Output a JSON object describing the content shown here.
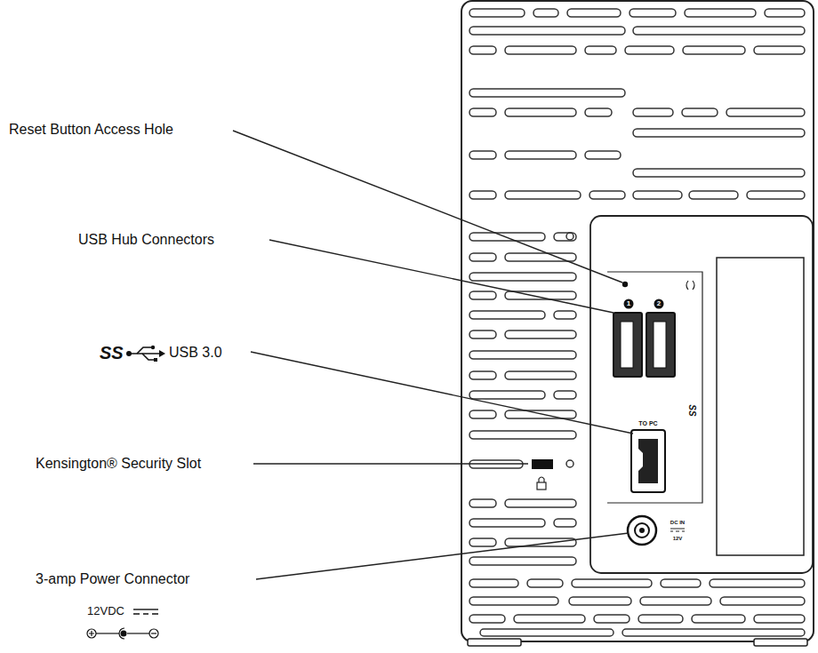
{
  "diagram": {
    "labels": [
      "Reset Button Access Hole",
      "USB Hub Connectors",
      "SS",
      "USB 3.0",
      "Kensington® Security Slot",
      "3-amp Power Connector",
      "12VDC",
      "1",
      "2",
      "TO PC",
      "SS",
      "DC IN",
      "12V"
    ]
  }
}
